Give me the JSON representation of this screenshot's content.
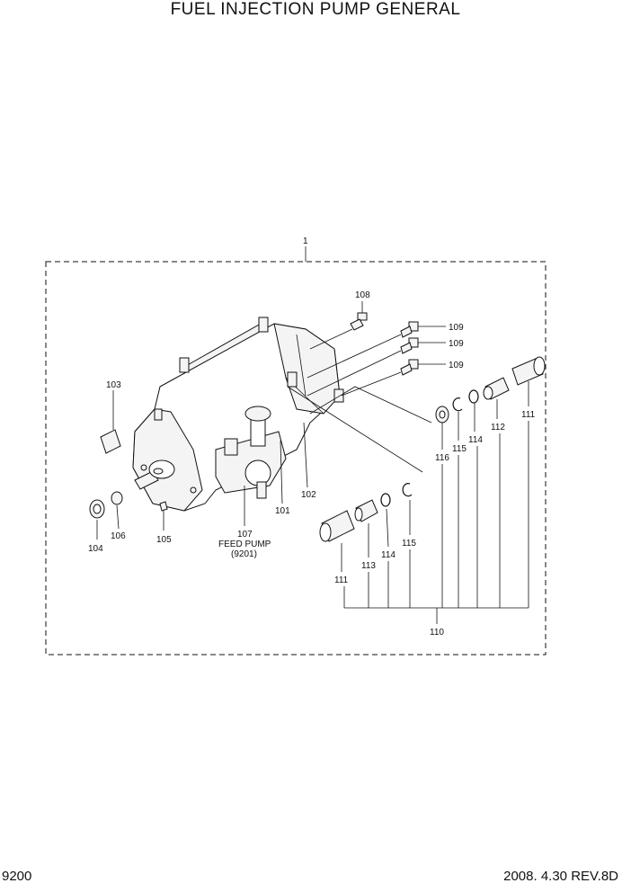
{
  "title": "FUEL INJECTION PUMP GENERAL",
  "footer": {
    "page": "9200",
    "revision": "2008. 4.30  REV.8D"
  },
  "callouts": {
    "assembly": "1",
    "p101": "101",
    "p102": "102",
    "p103": "103",
    "p104": "104",
    "p105": "105",
    "p106": "106",
    "p107": "107",
    "p107_desc": "FEED PUMP",
    "p107_ref": "(9201)",
    "p108": "108",
    "p109a": "109",
    "p109b": "109",
    "p109c": "109",
    "p110": "110",
    "p111a": "111",
    "p111b": "111",
    "p112": "112",
    "p113": "113",
    "p114a": "114",
    "p114b": "114",
    "p115a": "115",
    "p115b": "115",
    "p116": "116"
  }
}
